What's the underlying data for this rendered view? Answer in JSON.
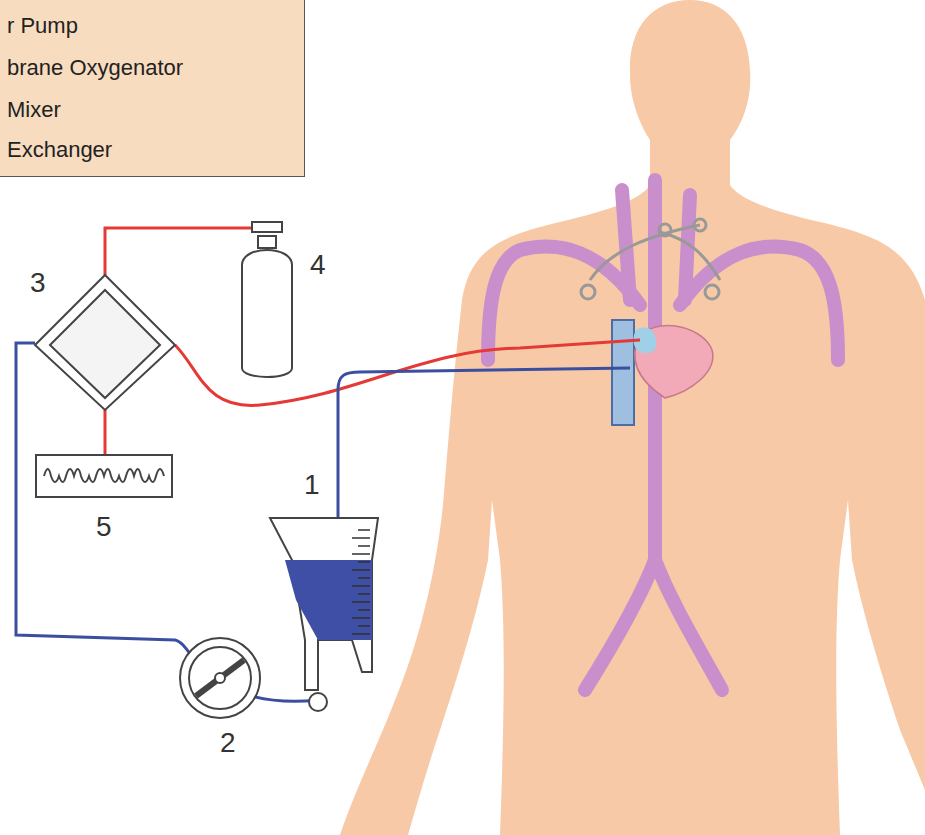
{
  "diagram": {
    "nodes": [
      {
        "text": [
          "r Pump",
          "brane Oxygenator",
          "Mixer",
          "Exchanger"
        ]
      }
    ],
    "labels": [
      "3",
      "4",
      "5",
      "1",
      "2"
    ]
  }
}
